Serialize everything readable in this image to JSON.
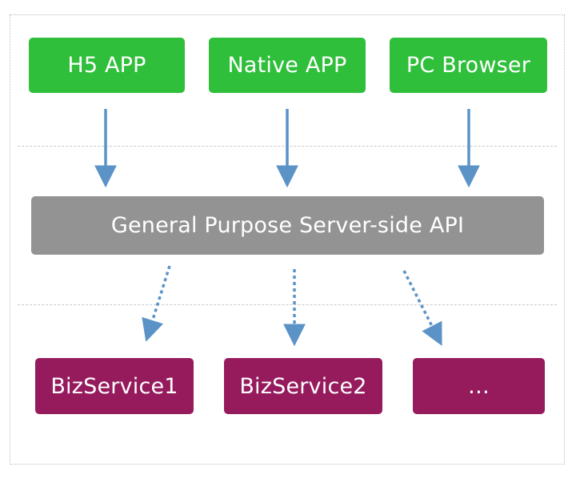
{
  "clients": [
    {
      "label": "H5 APP"
    },
    {
      "label": "Native APP"
    },
    {
      "label": "PC Browser"
    }
  ],
  "api": {
    "label": "General Purpose Server-side API"
  },
  "services": [
    {
      "label": "BizService1"
    },
    {
      "label": "BizService2"
    },
    {
      "label": "…"
    }
  ],
  "colors": {
    "client_box": "#2fbf3b",
    "api_box": "#939393",
    "service_box": "#961b5d",
    "arrow": "#5b93c7"
  }
}
